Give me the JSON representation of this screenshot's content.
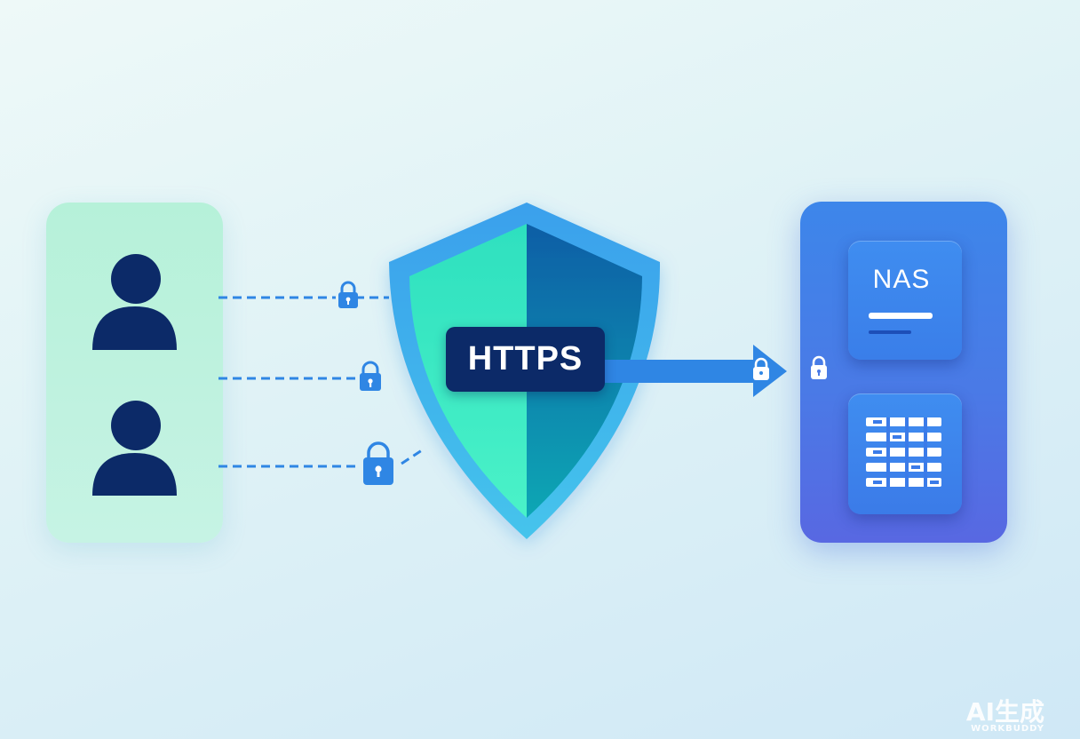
{
  "diagram": {
    "center_label": "HTTPS",
    "server_label": "NAS",
    "nodes": [
      {
        "name": "users",
        "icon": "user-icon",
        "count": 2
      },
      {
        "name": "https-shield",
        "icon": "shield-icon"
      },
      {
        "name": "nas-server",
        "icon": "server-icon"
      }
    ],
    "connections": [
      {
        "from": "users",
        "to": "https-shield",
        "style": "dashed",
        "icon": "lock-icon"
      },
      {
        "from": "users",
        "to": "https-shield",
        "style": "dashed",
        "icon": "lock-icon"
      },
      {
        "from": "users",
        "to": "https-shield",
        "style": "dashed",
        "icon": "lock-icon"
      },
      {
        "from": "https-shield",
        "to": "nas-server",
        "style": "arrow",
        "icon": "lock-icon"
      }
    ]
  },
  "watermark": {
    "main": "AI生成",
    "sub": "WORKBUDDY"
  },
  "colors": {
    "user_figure": "#0c2a68",
    "shield_left": "#36e3c3",
    "shield_right": "#0b62a8",
    "shield_border": "#3aa5ec",
    "connector": "#2f86e4",
    "nas_panel": "#4a7ae6",
    "badge": "#0c2a68"
  }
}
